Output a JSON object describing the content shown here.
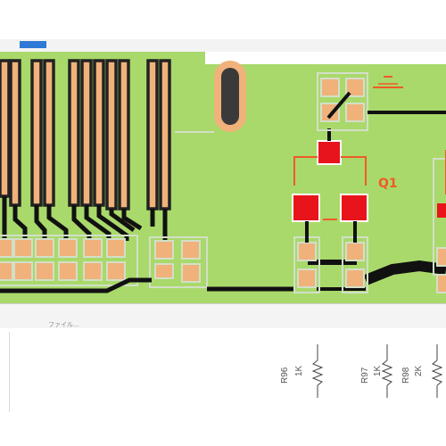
{
  "pcb": {
    "reference_designator": "Q1",
    "resistors": [
      {
        "ref": "R96",
        "value": "1K"
      },
      {
        "ref": "R97",
        "value": "1K"
      },
      {
        "ref": "R98",
        "value": "2K"
      }
    ]
  },
  "status_bar": {
    "title": "ファイル…"
  },
  "colors": {
    "board": "#a9d96a",
    "copper": "#f0b27a",
    "outline": "#d2dfc8",
    "component_red": "#e8141c",
    "silk_red": "#f05a28"
  }
}
